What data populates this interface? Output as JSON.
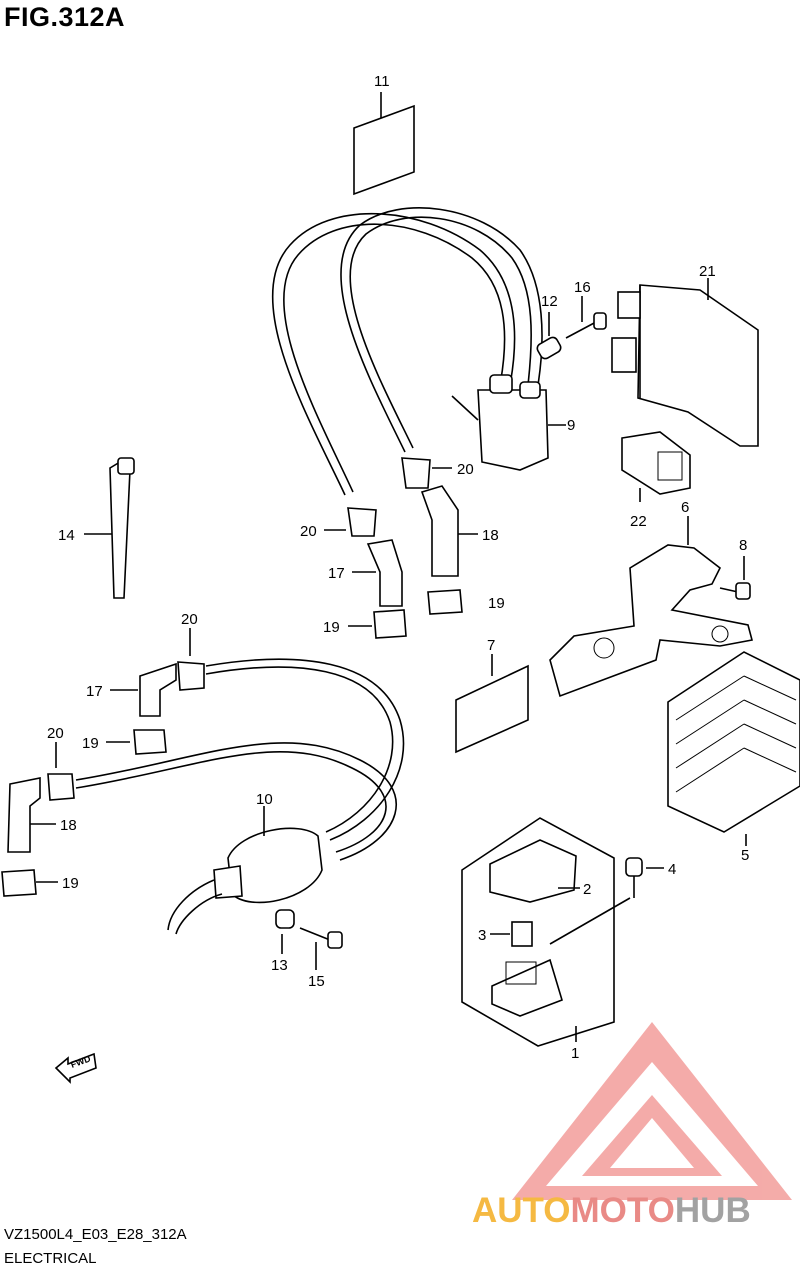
{
  "figure": {
    "title": "FIG.312A"
  },
  "footer": {
    "model_code": "VZ1500L4_E03_E28_312A",
    "section": "ELECTRICAL"
  },
  "watermark": {
    "brand_part1": "AUTO",
    "brand_part2": "MOTO",
    "brand_part3": "HUB",
    "colors": {
      "orange": "#f5b942",
      "red": "#e98a86",
      "gray": "#a2a2a2",
      "triangle": "#f3a3a0"
    }
  },
  "direction_marker": {
    "label": "FWD"
  },
  "callouts": [
    "11",
    "16",
    "12",
    "21",
    "9",
    "20",
    "22",
    "6",
    "14",
    "20",
    "18",
    "8",
    "17",
    "19",
    "19",
    "20",
    "7",
    "17",
    "19",
    "20",
    "5",
    "10",
    "18",
    "4",
    "19",
    "2",
    "3",
    "13",
    "15",
    "1"
  ]
}
